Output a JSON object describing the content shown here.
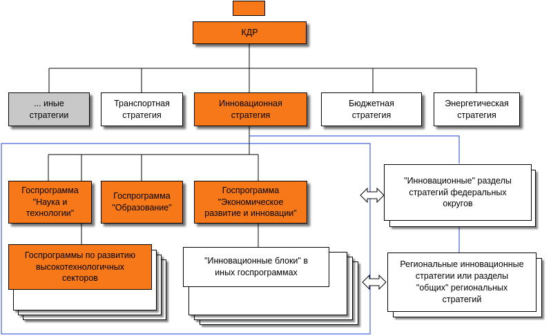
{
  "colors": {
    "orange": "#f77819",
    "gray": "#c8c8c8",
    "white": "#ffffff",
    "frame_blue": "#1a3fd1"
  },
  "top_box": {
    "label": ""
  },
  "root": {
    "label": "КДР"
  },
  "strategies": [
    {
      "label": "... иные\nстратегии",
      "style": "gray"
    },
    {
      "label": "Транспортная\nстратегия",
      "style": "white"
    },
    {
      "label": "Инновационная\nстратегия",
      "style": "orange"
    },
    {
      "label": "Бюджетная\nстратегия",
      "style": "white"
    },
    {
      "label": "Энергетическая\nстратегия",
      "style": "white"
    }
  ],
  "programs": [
    {
      "label": "Госпрограмма\n\"Наука и\nтехнологии\""
    },
    {
      "label": "Госпрограмма\n\"Образование\""
    },
    {
      "label": "Госпрограмма\n\"Экономическое\nразвитие и инновации\""
    }
  ],
  "hightech": {
    "label": "Госпрограммы по развитию\nвысокотехнологичных\nсекторов"
  },
  "innov_blocks": {
    "label": "\"Инновационные блоки\" в\nиных госпрограммах"
  },
  "federal": {
    "label": "\"Инновационные\" разделы\nстратегий федеральных\nокругов"
  },
  "regional": {
    "label": "Региональные инновационные\nстратегии или разделы\n\"общих\" региональных\nстратегий"
  }
}
